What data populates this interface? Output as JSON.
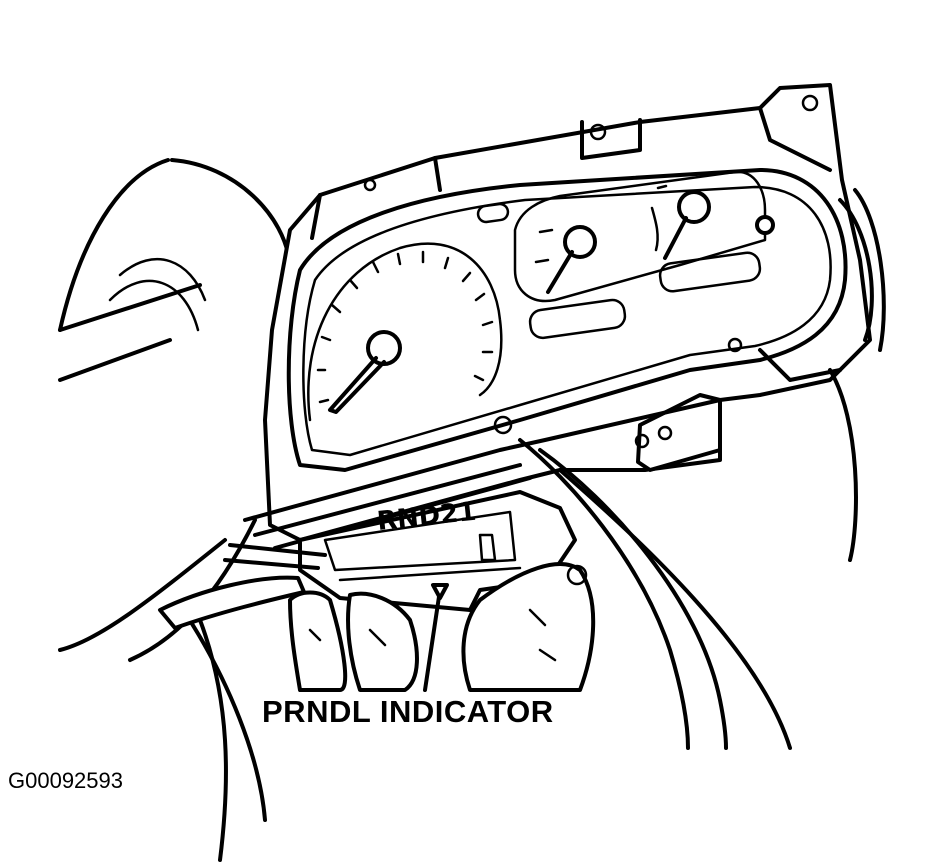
{
  "diagram": {
    "callout_label": "PRNDL INDICATOR",
    "figure_id": "G00092593",
    "indicator_letters": "RND21"
  },
  "colors": {
    "line": "#000000",
    "background": "#ffffff"
  }
}
